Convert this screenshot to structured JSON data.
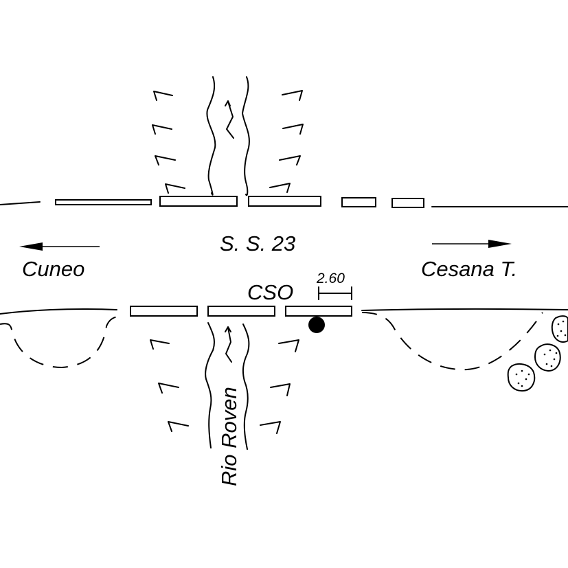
{
  "diagram": {
    "type": "road-bridge-plan",
    "colors": {
      "ink": "#000000",
      "background": "#ffffff"
    },
    "labels": {
      "road": "S. S. 23",
      "west_destination": "Cuneo",
      "east_destination": "Cesana T.",
      "station": "CSO",
      "dimension": "2.60",
      "river": "Rio Roven"
    },
    "arrows": {
      "west": "arrow-left-icon",
      "east": "arrow-right-icon"
    },
    "markers": {
      "survey_point": "filled-circle-marker",
      "trees": 3
    }
  }
}
